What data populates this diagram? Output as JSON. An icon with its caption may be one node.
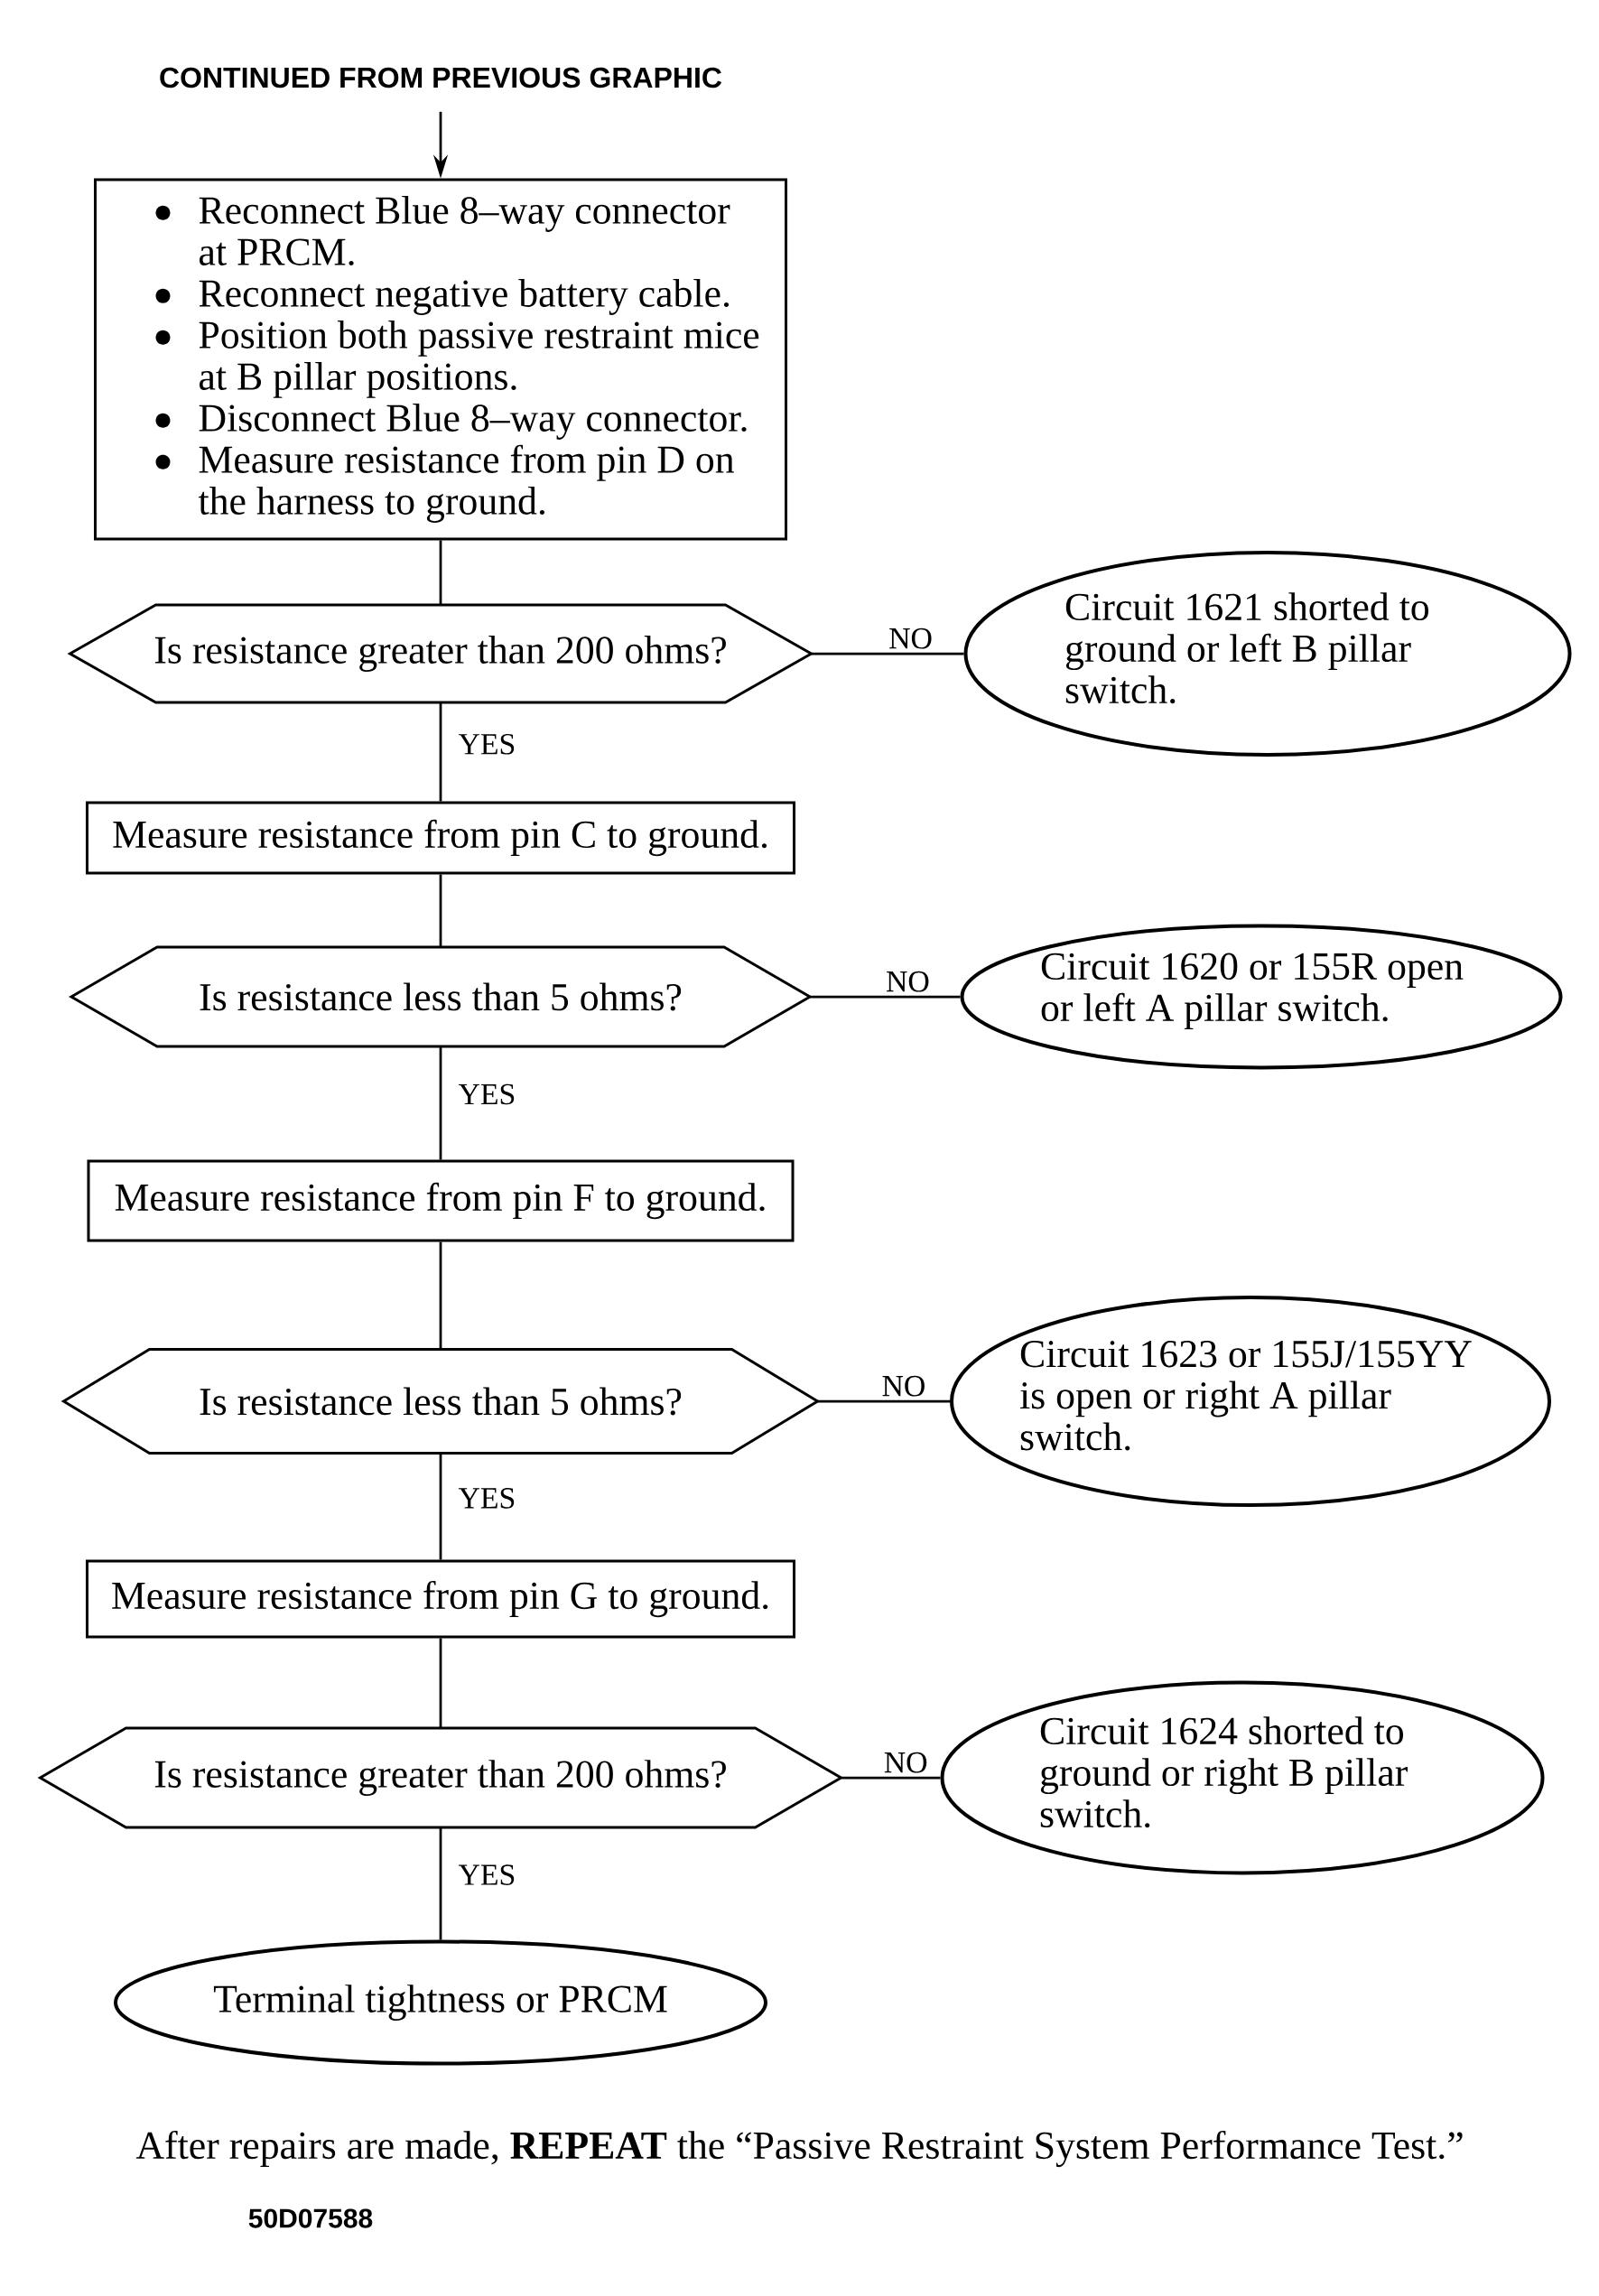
{
  "diagram": {
    "nodes": [
      {
        "text": [
          "CONTINUED FROM PREVIOUS GRAPHIC"
        ]
      },
      {
        "text": [
          "Reconnect Blue 8–way connector at PRCM.",
          "Reconnect negative battery cable.",
          "Position both passive restraint mice at B pillar positions.",
          "Disconnect Blue 8–way connector.",
          "Measure resistance from pin D on the harness to ground."
        ]
      },
      {
        "text": [
          "Is resistance greater than 200 ohms?"
        ]
      },
      {
        "text": [
          "Circuit 1621 shorted to ground or left B pillar switch."
        ]
      },
      {
        "text": [
          "Measure resistance from pin C to ground."
        ]
      },
      {
        "text": [
          "Is resistance less than 5 ohms?"
        ]
      },
      {
        "text": [
          "Circuit 1620 or 155R open or left A pillar switch."
        ]
      },
      {
        "text": [
          "Measure resistance from pin F to ground."
        ]
      },
      {
        "text": [
          "Is resistance less than 5 ohms?"
        ]
      },
      {
        "text": [
          "Circuit 1623 or 155J/155YY is open or right A pillar switch."
        ]
      },
      {
        "text": [
          "Measure resistance from pin G to ground."
        ]
      },
      {
        "text": [
          "Is resistance greater than 200 ohms?"
        ]
      },
      {
        "text": [
          "Circuit 1624 shorted to ground or right B pillar switch."
        ]
      },
      {
        "text": [
          "Terminal tightness or PRCM"
        ]
      }
    ],
    "edges": [
      {
        "from": 0,
        "to": 1,
        "arrow": "to"
      },
      {
        "from": 1,
        "to": 2,
        "arrow": "none"
      },
      {
        "from": 2,
        "to": 3,
        "arrow": "none",
        "label": "NO"
      },
      {
        "from": 2,
        "to": 4,
        "arrow": "none",
        "label": "YES"
      },
      {
        "from": 4,
        "to": 5,
        "arrow": "none"
      },
      {
        "from": 5,
        "to": 6,
        "arrow": "none",
        "label": "NO"
      },
      {
        "from": 5,
        "to": 7,
        "arrow": "none",
        "label": "YES"
      },
      {
        "from": 7,
        "to": 8,
        "arrow": "none"
      },
      {
        "from": 8,
        "to": 9,
        "arrow": "none",
        "label": "NO"
      },
      {
        "from": 8,
        "to": 10,
        "arrow": "none",
        "label": "YES"
      },
      {
        "from": 10,
        "to": 11,
        "arrow": "none"
      },
      {
        "from": 11,
        "to": 12,
        "arrow": "none",
        "label": "NO"
      },
      {
        "from": 11,
        "to": 13,
        "arrow": "none",
        "label": "YES"
      }
    ],
    "labels": [
      "After repairs are made, **REPEAT** the “Passive Restraint System Performance Test.”",
      "50D07588"
    ]
  }
}
